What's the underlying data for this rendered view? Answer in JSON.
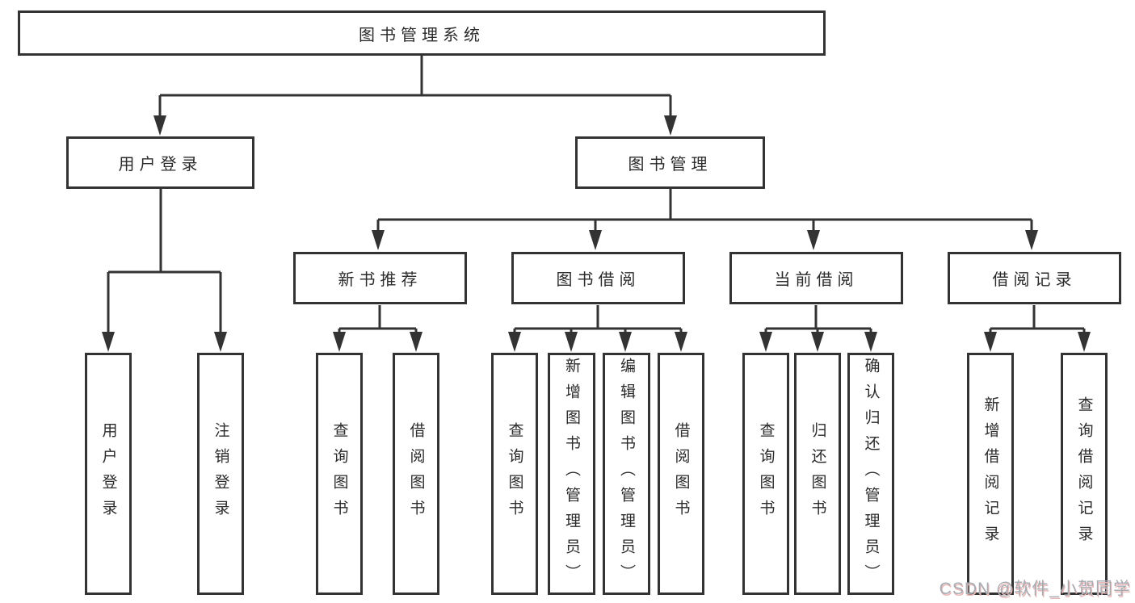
{
  "tree": {
    "root": {
      "label": "图书管理系统"
    },
    "children": [
      {
        "label": "用户登录",
        "children": [
          {
            "label": "用户登录"
          },
          {
            "label": "注销登录"
          }
        ]
      },
      {
        "label": "图书管理",
        "children": [
          {
            "label": "新书推荐",
            "children": [
              {
                "label": "查询图书"
              },
              {
                "label": "借阅图书"
              }
            ]
          },
          {
            "label": "图书借阅",
            "children": [
              {
                "label": "查询图书"
              },
              {
                "label": "新增图书（管理员）"
              },
              {
                "label": "编辑图书（管理员）"
              },
              {
                "label": "借阅图书"
              }
            ]
          },
          {
            "label": "当前借阅",
            "children": [
              {
                "label": "查询图书"
              },
              {
                "label": "归还图书"
              },
              {
                "label": "确认归还（管理员）"
              }
            ]
          },
          {
            "label": "借阅记录",
            "children": [
              {
                "label": "新增借阅记录"
              },
              {
                "label": "查询借阅记录"
              }
            ]
          }
        ]
      }
    ]
  },
  "watermark": {
    "text": "CSDN @软件_小贺同学"
  },
  "colors": {
    "line": "#333333",
    "box_border": "#333333",
    "text": "#2b2b2b",
    "background": "#ffffff",
    "watermark": "#a8adb3",
    "watermark_shadow": "#e9b8b8"
  }
}
